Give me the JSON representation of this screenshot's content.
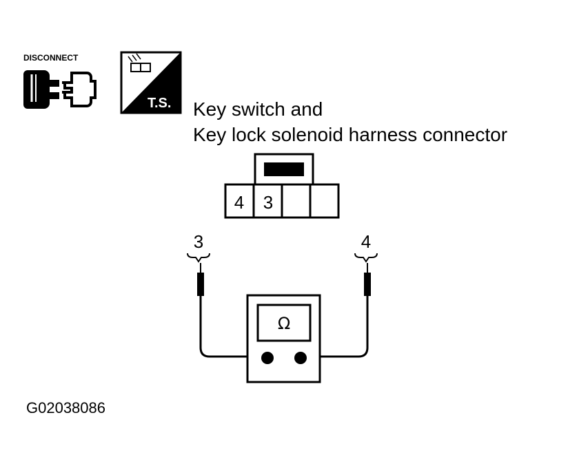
{
  "icons": {
    "disconnect_label": "DISCONNECT",
    "ts_label": "T.S."
  },
  "caption": {
    "line1": "Key switch and",
    "line2": "Key lock solenoid harness connector"
  },
  "connector": {
    "pins": [
      "4",
      "3",
      "",
      ""
    ]
  },
  "probes": {
    "left": "3",
    "right": "4"
  },
  "meter": {
    "symbol": "Ω"
  },
  "figure_id": "G02038086"
}
